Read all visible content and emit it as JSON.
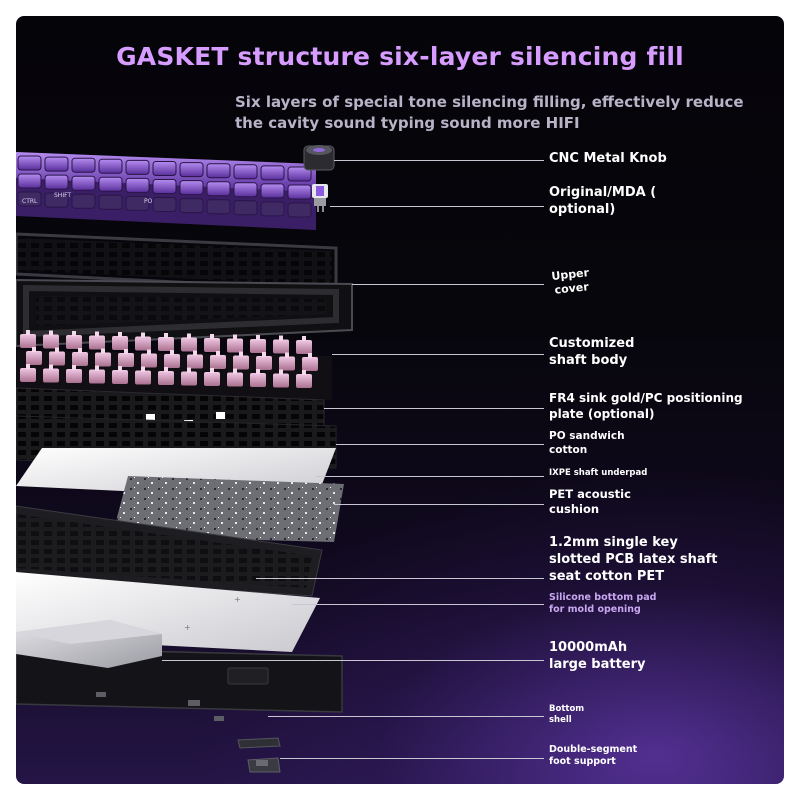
{
  "title": "GASKET structure six-layer silencing fill",
  "subtitle": "Six layers of special tone silencing filling, effectively reduce the cavity sound typing sound more HIFI",
  "keycap_legends": [
    "CTRL",
    "SHIFT",
    "PO"
  ],
  "layers": [
    {
      "id": "knob",
      "label": "CNC Metal Knob"
    },
    {
      "id": "keycaps",
      "label": "Original/MDA ( optional)"
    },
    {
      "id": "upper-cover",
      "label": "Upper cover"
    },
    {
      "id": "switches",
      "label": "Customized shaft body"
    },
    {
      "id": "plate",
      "label": "FR4 sink gold/PC positioning plate (optional)"
    },
    {
      "id": "po-cotton",
      "label": "PO sandwich cotton"
    },
    {
      "id": "ixpe",
      "label": "IXPE shaft underpad"
    },
    {
      "id": "pet-cushion",
      "label": "PET acoustic cushion"
    },
    {
      "id": "pcb",
      "label": "1.2mm single key slotted PCB latex shaft seat cotton PET"
    },
    {
      "id": "silicone-pad",
      "label": "Silicone bottom pad for mold opening"
    },
    {
      "id": "battery",
      "label": "10000mAh large battery"
    },
    {
      "id": "bottom-shell",
      "label": "Bottom shell"
    },
    {
      "id": "foot",
      "label": "Double-segment foot support"
    }
  ]
}
